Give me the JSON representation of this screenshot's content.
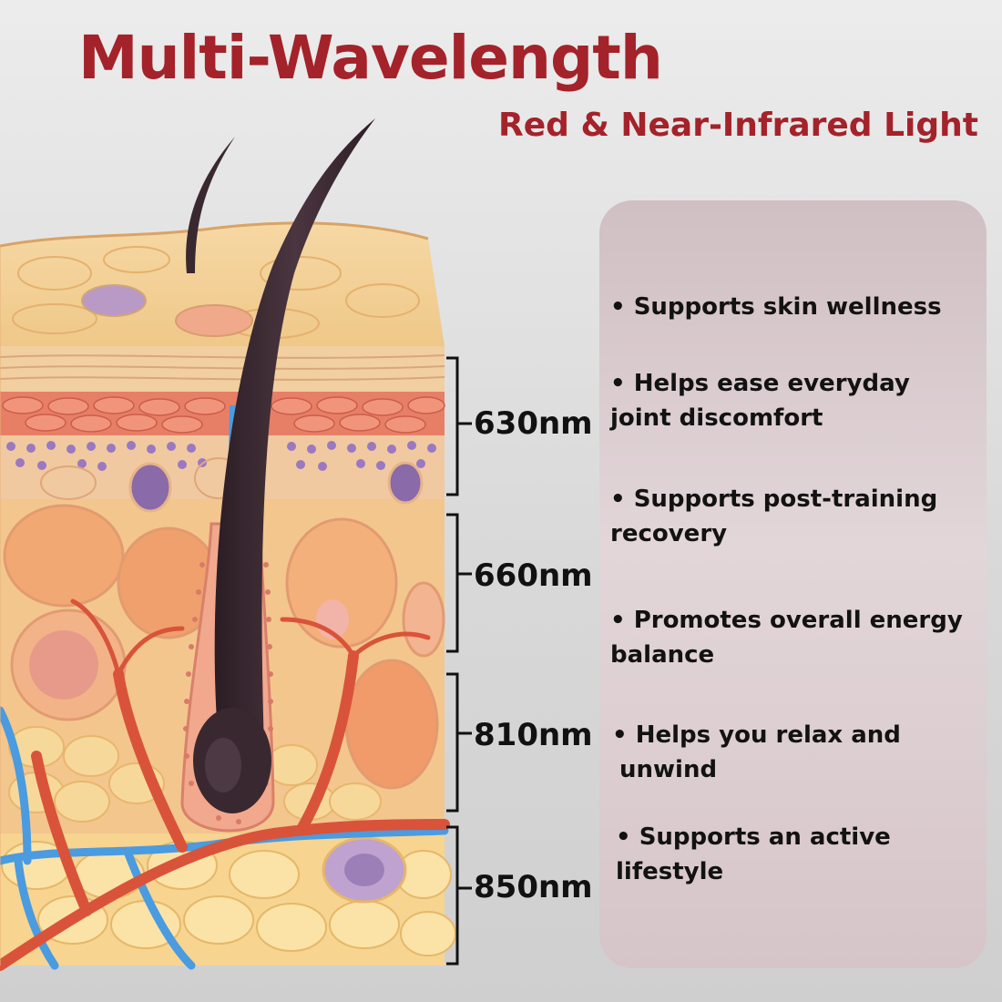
{
  "header": {
    "title": "Multi-Wavelength",
    "subtitle": "Red & Near-Infrared Light"
  },
  "wavelengths": [
    "630nm",
    "660nm",
    "810nm",
    "850nm"
  ],
  "benefits": [
    {
      "bullet": "•",
      "lines": [
        "Supports skin wellness"
      ]
    },
    {
      "bullet": "•",
      "lines": [
        "Helps ease everyday",
        "joint discomfort"
      ]
    },
    {
      "bullet": "•",
      "lines": [
        "Supports post-training",
        "recovery"
      ]
    },
    {
      "bullet": "•",
      "lines": [
        "Promotes overall energy",
        "balance"
      ]
    },
    {
      "bullet": "•",
      "lines": [
        "Helps you relax and",
        "unwind"
      ]
    },
    {
      "bullet": "•",
      "lines": [
        "Supports an active",
        "lifestyle"
      ]
    }
  ],
  "colors": {
    "title": "#a4222a",
    "panel": "#e2d6d9",
    "hair": "#3a2830",
    "artery": "#d9533a",
    "vein": "#4a9be0"
  }
}
